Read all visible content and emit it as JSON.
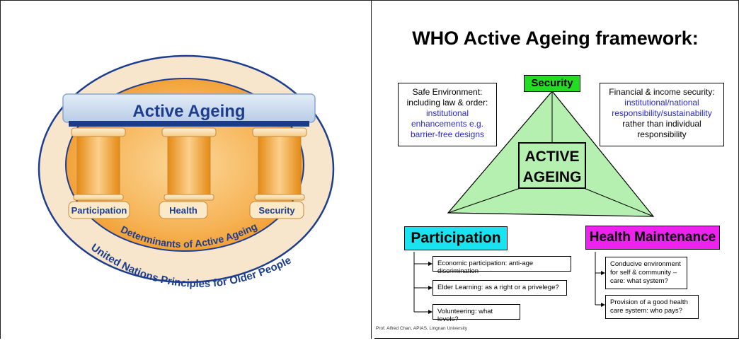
{
  "left": {
    "title": "Active Ageing",
    "pillars": [
      "Participation",
      "Health",
      "Security"
    ],
    "inner_arc": "Determinants of Active Ageing",
    "outer_arc": "United Nations Principles for Older People"
  },
  "right": {
    "title": "WHO Active Ageing framework:",
    "security_label": "Security",
    "center_label_line1": "ACTIVE",
    "center_label_line2": "AGEING",
    "safe_env": {
      "line1": "Safe Environment:",
      "line2": "including law & order:",
      "line3": "institutional",
      "line4": "enhancements e.g.",
      "line5": "barrier-free designs"
    },
    "financial": {
      "line1": "Financial & income security:",
      "line2": "institutional/national",
      "line3": "responsibility/sustainability",
      "line4": "rather than individual",
      "line5": "responsibility"
    },
    "participation_label": "Participation",
    "participation_items": [
      "Economic participation: anti-age discrimination",
      "Elder Learning: as a right or a privelege?",
      "Volunteering: what levels?"
    ],
    "health_label": "Health Maintenance",
    "health_items": [
      "Conducive environment for self & community –care: what system?",
      "Provision of a good health care system: who pays?"
    ],
    "footer": "Prof. Alfred Chan, APIAS, Lingnan University"
  },
  "colors": {
    "security_fill": "#22dd22",
    "triangle_fill": "#b6f0b0",
    "participation_fill": "#19e3ee",
    "health_fill": "#ee22ee",
    "oval_outer": "#f7e6cb",
    "oval_inner": "#f4a53a",
    "banner": "#c7d8ee",
    "navy": "#1a3a8a"
  }
}
